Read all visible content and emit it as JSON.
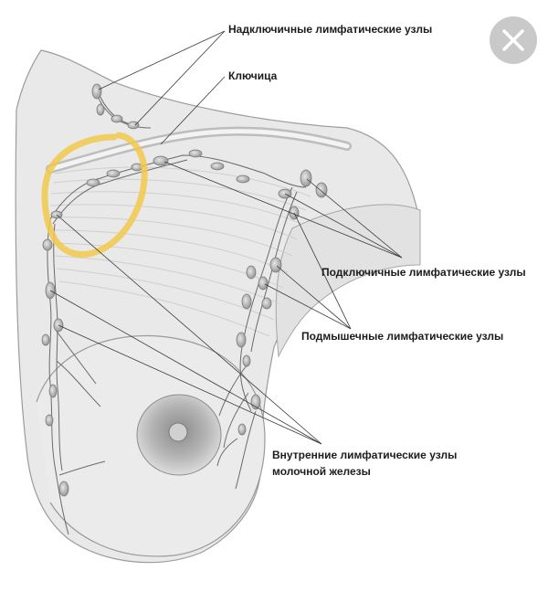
{
  "labels": {
    "supraclavicular": "Надключичные лимфатические узлы",
    "clavicle": "Ключица",
    "subclavian": "Подключичные лимфатические узлы",
    "axillary": "Подмышечные лимфатические узлы",
    "internal_line1": "Внутренние лимфатические узлы",
    "internal_line2": "молочной железы"
  },
  "colors": {
    "highlight": "#f2c94c",
    "node": "#b8b8b8",
    "vessel": "#6a6a6a",
    "skin": "#e8e8e8",
    "close_button": "#c9c9c9"
  },
  "close_button": {
    "icon": "close-icon"
  }
}
